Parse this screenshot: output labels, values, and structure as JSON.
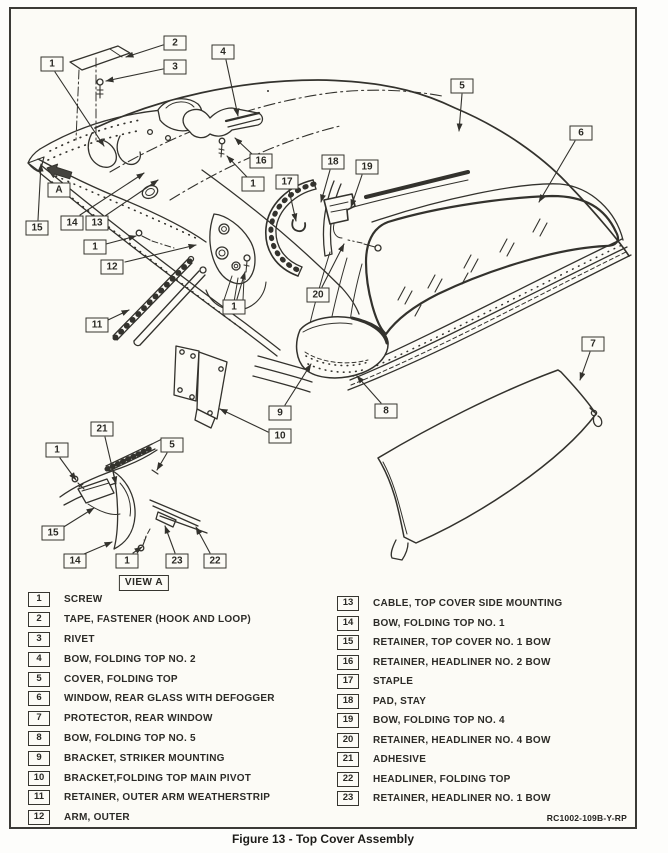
{
  "figure": {
    "caption": "Figure 13 - Top Cover Assembly",
    "code": "RC1002-109B-Y-RP",
    "view_label": "VIEW A",
    "direction_arrow_label": "A"
  },
  "colors": {
    "ink": "#33322d",
    "paper": "#fcfbf6"
  },
  "legend": {
    "left": [
      {
        "num": "1",
        "name": "SCREW"
      },
      {
        "num": "2",
        "name": "TAPE, FASTENER (HOOK AND LOOP)"
      },
      {
        "num": "3",
        "name": "RIVET"
      },
      {
        "num": "4",
        "name": "BOW, FOLDING TOP NO. 2"
      },
      {
        "num": "5",
        "name": "COVER, FOLDING TOP"
      },
      {
        "num": "6",
        "name": "WINDOW, REAR GLASS WITH DEFOGGER"
      },
      {
        "num": "7",
        "name": "PROTECTOR, REAR WINDOW"
      },
      {
        "num": "8",
        "name": "BOW, FOLDING TOP NO. 5"
      },
      {
        "num": "9",
        "name": "BRACKET, STRIKER MOUNTING"
      },
      {
        "num": "10",
        "name": "BRACKET,FOLDING TOP MAIN PIVOT"
      },
      {
        "num": "11",
        "name": "RETAINER, OUTER ARM WEATHERSTRIP"
      },
      {
        "num": "12",
        "name": "ARM, OUTER"
      }
    ],
    "right": [
      {
        "num": "13",
        "name": "CABLE, TOP COVER SIDE MOUNTING"
      },
      {
        "num": "14",
        "name": "BOW, FOLDING TOP NO. 1"
      },
      {
        "num": "15",
        "name": "RETAINER, TOP COVER NO. 1 BOW"
      },
      {
        "num": "16",
        "name": "RETAINER, HEADLINER NO. 2 BOW"
      },
      {
        "num": "17",
        "name": "STAPLE"
      },
      {
        "num": "18",
        "name": "PAD, STAY"
      },
      {
        "num": "19",
        "name": "BOW, FOLDING TOP NO. 4"
      },
      {
        "num": "20",
        "name": "RETAINER, HEADLINER NO. 4 BOW"
      },
      {
        "num": "21",
        "name": "ADHESIVE"
      },
      {
        "num": "22",
        "name": "HEADLINER, FOLDING TOP"
      },
      {
        "num": "23",
        "name": "RETAINER, HEADLINER NO. 1 BOW"
      }
    ]
  },
  "callouts": [
    "1",
    "2",
    "3",
    "4",
    "5",
    "6",
    "16",
    "1",
    "17",
    "18",
    "19",
    "20",
    "15",
    "14",
    "13",
    "1",
    "12",
    "11",
    "1",
    "9",
    "10",
    "8",
    "7",
    "1",
    "21",
    "5",
    "15",
    "14",
    "1",
    "23",
    "22"
  ]
}
